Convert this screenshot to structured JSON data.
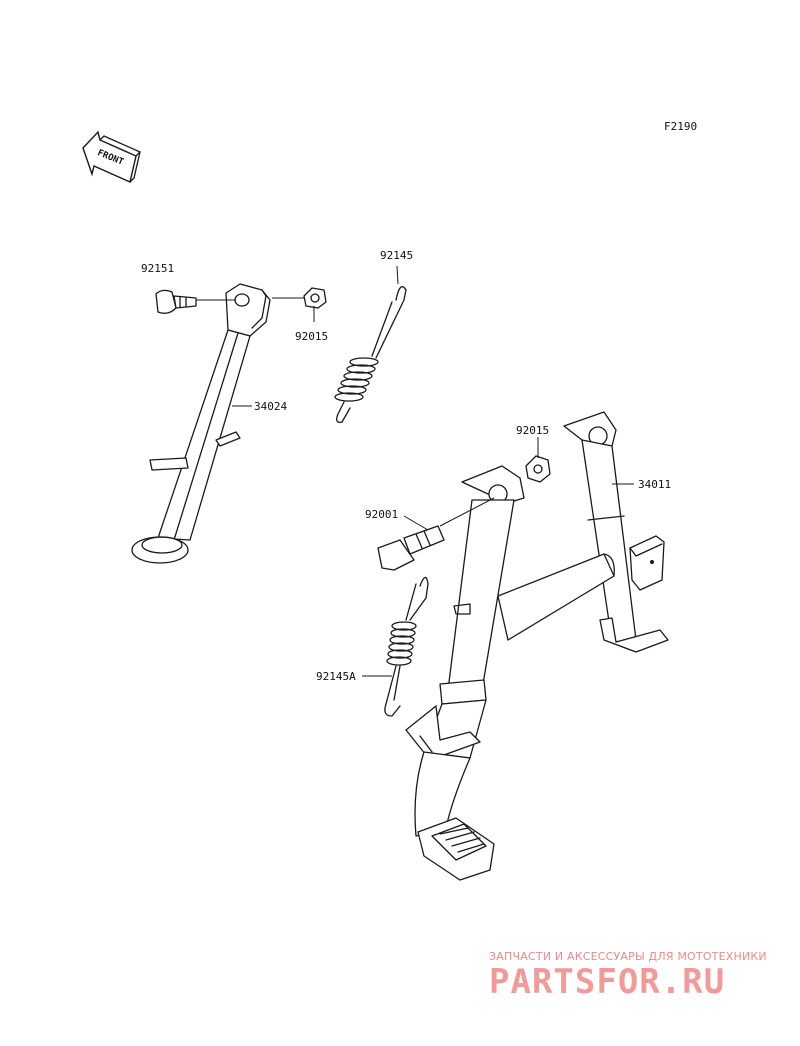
{
  "figure_code": "F2190",
  "front_arrow_label": "FRONT",
  "parts": [
    {
      "id": "92151"
    },
    {
      "id": "92015"
    },
    {
      "id": "92145"
    },
    {
      "id": "34024"
    },
    {
      "id": "92015"
    },
    {
      "id": "92001"
    },
    {
      "id": "34011"
    },
    {
      "id": "92145A"
    }
  ],
  "watermark": {
    "tagline": "ЗАПЧАСТИ И АКСЕССУАРЫ ДЛЯ МОТОТЕХНИКИ",
    "logo": "partsfor.ru",
    "color": "#f29a9a"
  }
}
